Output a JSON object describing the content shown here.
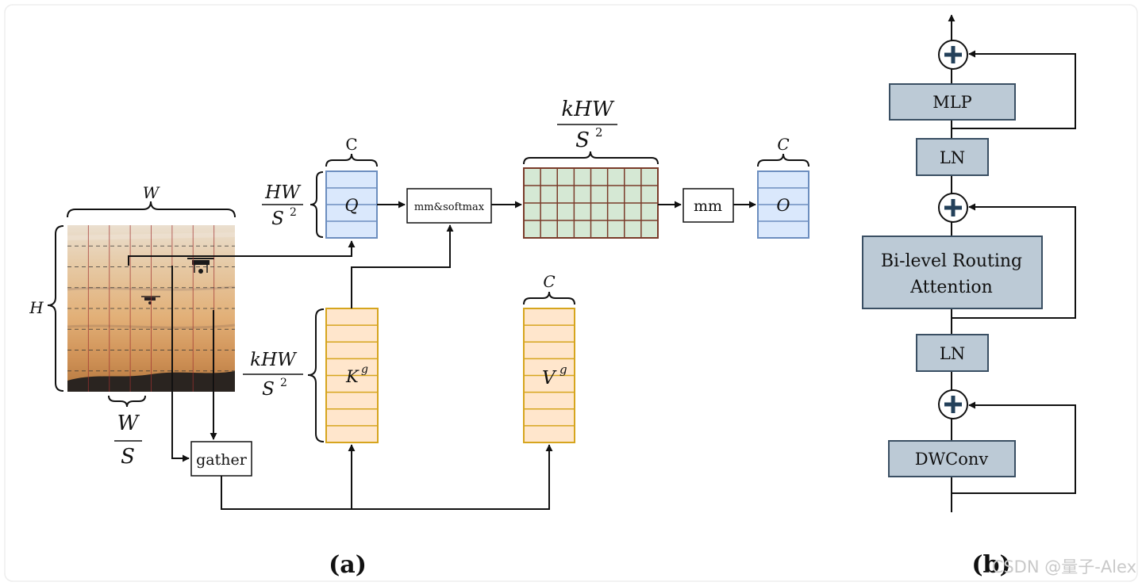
{
  "diagram_a": {
    "image_dims": {
      "width": "W",
      "height": "H",
      "patch_w_num": "W",
      "patch_w_den": "S"
    },
    "query": {
      "label": "Q",
      "dim_top": "C",
      "dim_left_num": "HW",
      "dim_left_den": "S",
      "dim_left_exp": "2"
    },
    "key": {
      "label": "K",
      "sup": "g",
      "dim_left_num": "kHW",
      "dim_left_den": "S",
      "dim_left_exp": "2"
    },
    "value": {
      "label": "V",
      "sup": "g",
      "dim_top": "C"
    },
    "attention": {
      "dim_top_num": "kHW",
      "dim_top_den": "S",
      "dim_top_exp": "2"
    },
    "output": {
      "label": "O",
      "dim_top": "C"
    },
    "ops": {
      "mm_softmax": "mm&softmax",
      "mm": "mm",
      "gather": "gather"
    },
    "caption": "(a)"
  },
  "diagram_b": {
    "blocks": {
      "mlp": "MLP",
      "ln_top": "LN",
      "bra_line1": "Bi-level Routing",
      "bra_line2": "Attention",
      "ln_bottom": "LN",
      "dwconv": "DWConv"
    },
    "caption": "(b)"
  },
  "watermark": "CSDN @量子-Alex",
  "colors": {
    "query_fill": "#dae8fc",
    "query_stroke": "#6c8ebf",
    "kv_fill": "#ffe6cc",
    "kv_stroke": "#d6a51e",
    "attn_fill": "#d5e8d4",
    "attn_stroke": "#7a3b2a",
    "block_fill": "#bccad6",
    "block_stroke": "#3a4f63",
    "plus_color": "#23405a"
  }
}
